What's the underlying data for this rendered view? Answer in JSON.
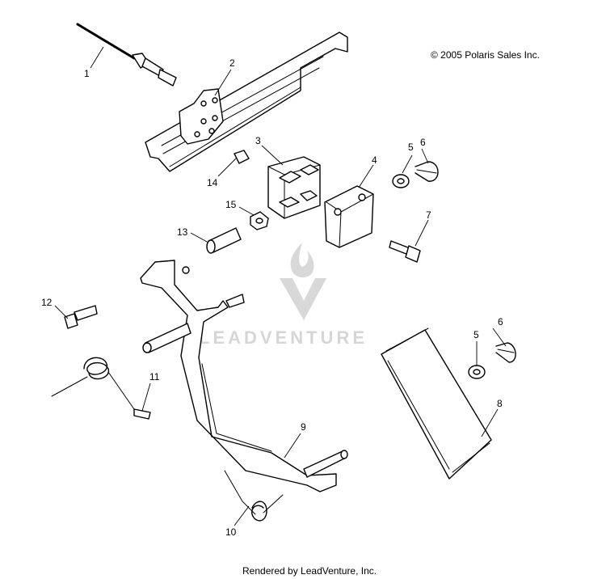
{
  "copyright": "© 2005 Polaris Sales Inc.",
  "footer": "Rendered by LeadVenture, Inc.",
  "watermark": "LEADVENTURE",
  "callouts": {
    "c1": "1",
    "c2": "2",
    "c3": "3",
    "c4": "4",
    "c5a": "5",
    "c5b": "5",
    "c6a": "6",
    "c6b": "6",
    "c7": "7",
    "c8": "8",
    "c9": "9",
    "c10": "10",
    "c11": "11",
    "c12": "12",
    "c13": "13",
    "c14": "14",
    "c15": "15"
  }
}
